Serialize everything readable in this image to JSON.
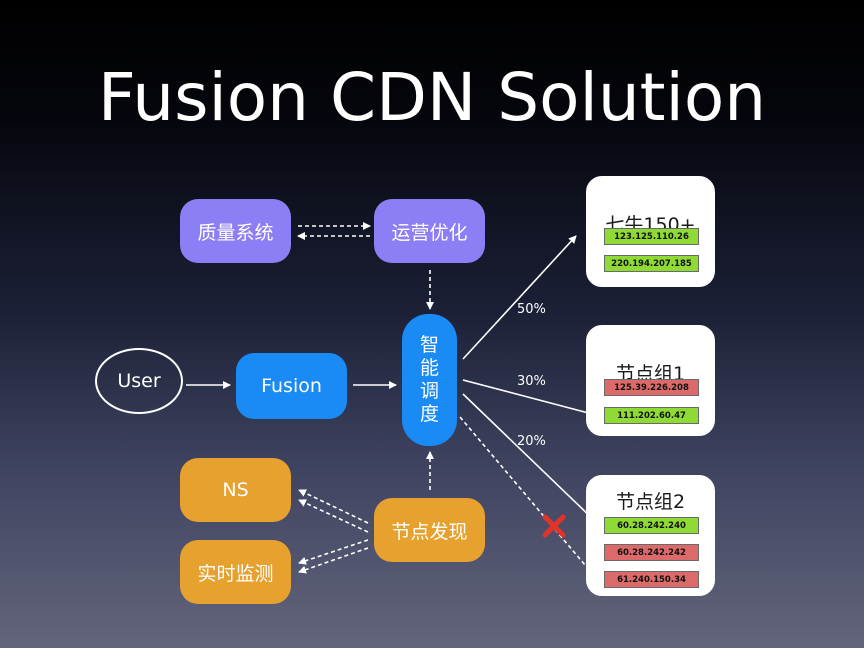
{
  "title": "Fusion CDN Solution",
  "nodes": {
    "quality": "质量系统",
    "ops": "运营优化",
    "user": "User",
    "fusion": "Fusion",
    "scheduler": [
      "智",
      "能",
      "调",
      "度"
    ],
    "ns": "NS",
    "monitor": "实时监测",
    "discovery": "节点发现"
  },
  "percentages": {
    "top": "50%",
    "mid": "30%",
    "bottom": "20%"
  },
  "groups": [
    {
      "title": "七牛150+",
      "ips": [
        {
          "ip": "123.125.110.26",
          "status": "ok"
        },
        {
          "ip": "220.194.207.185",
          "status": "ok"
        }
      ]
    },
    {
      "title": "节点组1",
      "ips": [
        {
          "ip": "125.39.226.208",
          "status": "bad"
        },
        {
          "ip": "111.202.60.47",
          "status": "ok"
        }
      ]
    },
    {
      "title": "节点组2",
      "ips": [
        {
          "ip": "60.28.242.240",
          "status": "ok"
        },
        {
          "ip": "60.28.242.242",
          "status": "bad"
        },
        {
          "ip": "61.240.150.34",
          "status": "bad"
        }
      ]
    }
  ],
  "colors": {
    "purple": "#8c7ff5",
    "blue": "#1a8af5",
    "orange": "#e6a12f",
    "ip_ok": "#8fda34",
    "ip_bad": "#dc6a6a",
    "fail_mark": "#e2332b"
  },
  "icons": {
    "failure": "red-x-icon"
  }
}
